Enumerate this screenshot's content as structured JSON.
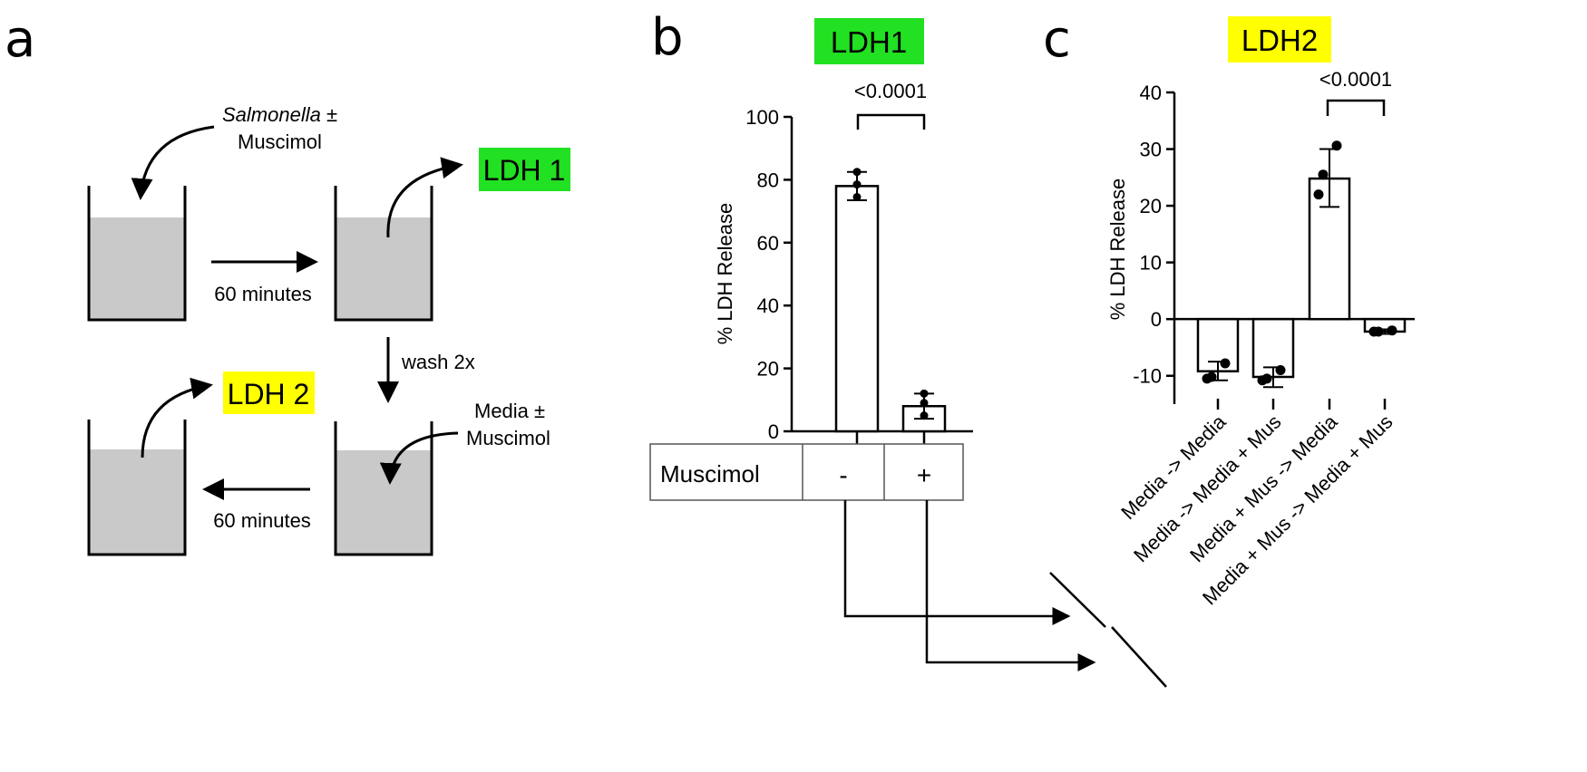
{
  "colors": {
    "ldh1_highlight": "#22e022",
    "ldh2_highlight": "#ffff00",
    "well_fill": "#c9c9c9",
    "bar_fill": "#ffffff",
    "ink": "#000000"
  },
  "panel_a": {
    "letter": "a",
    "add_infection_italic": "Salmonella",
    "add_infection_rest": " ±",
    "add_infection_line2": "Muscimol",
    "ldh1_label": "LDH 1",
    "ldh2_label": "LDH 2",
    "time_top": "60 minutes",
    "time_bottom": "60 minutes",
    "wash": "wash 2x",
    "media_line1": "Media ±",
    "media_line2": "Muscimol"
  },
  "panel_b": {
    "letter": "b",
    "title": "LDH1",
    "ylabel": "% LDH  Release",
    "pvalue": "<0.0001",
    "table_header": "Muscimol",
    "table_cells": [
      "-",
      "+"
    ]
  },
  "panel_c": {
    "letter": "c",
    "title": "LDH2",
    "ylabel": "% LDH  Release",
    "pvalue": "<0.0001"
  },
  "chart_data": [
    {
      "type": "bar",
      "title": "LDH1",
      "ylabel": "% LDH  Release",
      "ylim": [
        0,
        100
      ],
      "yticks": [
        0,
        20,
        40,
        60,
        80,
        100
      ],
      "categories": [
        "-",
        "+"
      ],
      "values": [
        78,
        8
      ],
      "error": [
        [
          73.5,
          82.5
        ],
        [
          4,
          12
        ]
      ],
      "points": [
        [
          82.5,
          78.5,
          74.5
        ],
        [
          12,
          9,
          5
        ]
      ],
      "annotation": "<0.0001"
    },
    {
      "type": "bar",
      "title": "LDH2",
      "ylabel": "% LDH  Release",
      "ylim": [
        -15,
        40
      ],
      "yticks": [
        -10,
        0,
        10,
        20,
        30,
        40
      ],
      "categories": [
        "Media -> Media",
        "Media -> Media + Mus",
        "Media + Mus -> Media",
        "Media + Mus -> Media + Mus"
      ],
      "values": [
        -9.2,
        -10.2,
        24.8,
        -2.2
      ],
      "error": [
        [
          -10.8,
          -7.5
        ],
        [
          -12,
          -8.5
        ],
        [
          19.8,
          30
        ],
        [
          -2.6,
          -1.8
        ]
      ],
      "points": [
        [
          -7.8,
          -10.2,
          -10.5
        ],
        [
          -9,
          -10.5,
          -10.8
        ],
        [
          30.6,
          25.5,
          22
        ],
        [
          -2,
          -2.2,
          -2.2
        ]
      ],
      "annotation": "<0.0001"
    }
  ]
}
